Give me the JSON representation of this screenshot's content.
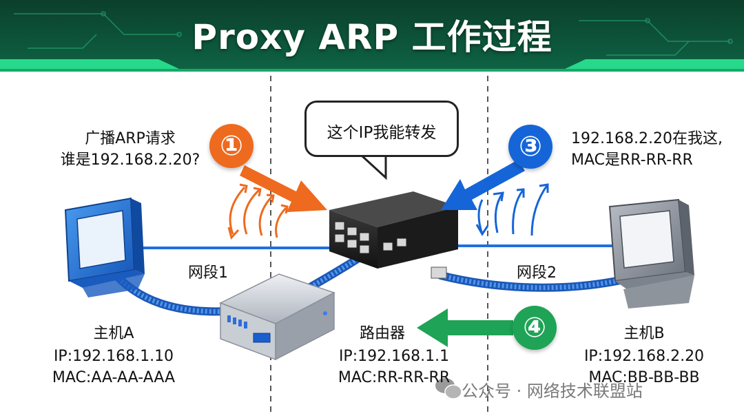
{
  "title": "Proxy ARP 工作过程",
  "bubble": "这个IP我能转发",
  "steps": [
    {
      "num": "①",
      "color": "#ee6a1e",
      "text_lines": [
        "广播ARP请求",
        "谁是192.168.2.20?"
      ]
    },
    {
      "num": "③",
      "color": "#1565d8",
      "text_lines": [
        "192.168.2.20在我这,",
        "MAC是RR-RR-RR"
      ]
    },
    {
      "num": "④",
      "color": "#1fa356"
    }
  ],
  "segments": [
    "网段1",
    "网段2"
  ],
  "hostA": {
    "name": "主机A",
    "ip": "IP:192.168.1.10",
    "mac": "MAC:AA-AA-AAA"
  },
  "hostB": {
    "name": "主机B",
    "ip": "IP:192.168.2.20",
    "mac": "MAC:BB-BB-BB"
  },
  "router": {
    "name": "路由器",
    "ip": "IP:192.168.1.1",
    "mac": "MAC:RR-RR-RR"
  },
  "watermark": "公众号 · 网络技术联盟站",
  "colors": {
    "banner": "#0e5b3a",
    "accent_green": "#27d98a",
    "orange": "#ee6a1e",
    "blue": "#1565d8",
    "green": "#1fa356",
    "cable": "#2f7de0"
  },
  "icons": [
    "computer-icon",
    "switch-icon",
    "router-box-icon",
    "wechat-icon"
  ]
}
